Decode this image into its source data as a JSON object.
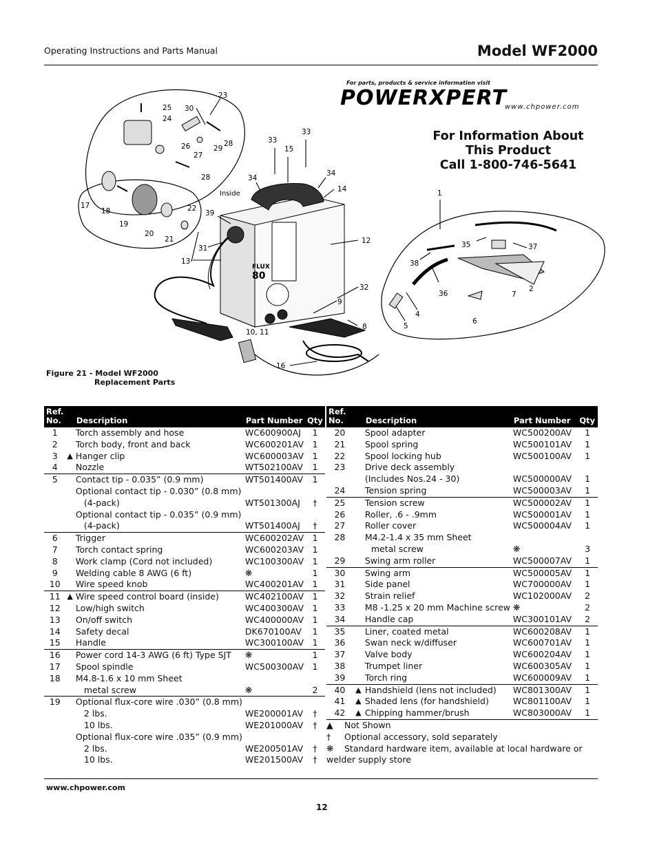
{
  "header": {
    "manual": "Operating Instructions and Parts Manual",
    "model": "Model WF2000"
  },
  "logo": {
    "tagline": "For parts, products & service information visit",
    "brand": "POWERXPERT",
    "url": "www.chpower.com"
  },
  "info": {
    "line1": "For Information About",
    "line2": "This Product",
    "line3": "Call 1-800-746-5641"
  },
  "figure": {
    "caption1": "Figure 21 - Model WF2000",
    "caption2": "Replacement Parts",
    "labels": [
      "23",
      "25",
      "24",
      "30",
      "29",
      "28",
      "26",
      "27",
      "28",
      "33",
      "15",
      "33",
      "34",
      "34",
      "14",
      "Inside",
      "39",
      "17",
      "18",
      "19",
      "20",
      "21",
      "22",
      "31",
      "13",
      "12",
      "32",
      "9",
      "8",
      "10, 11",
      "16",
      "1",
      "35",
      "37",
      "38",
      "2",
      "36",
      "7",
      "4",
      "6",
      "5"
    ]
  },
  "table_headers": {
    "ref": "Ref. No.",
    "desc": "Description",
    "part": "Part Number",
    "qty": "Qty"
  },
  "left_rows": [
    {
      "ref": "1",
      "mark": "",
      "desc": "Torch assembly and hose",
      "part": "WC600900AJ",
      "qty": "1",
      "sep": false,
      "indent": 0
    },
    {
      "ref": "2",
      "mark": "",
      "desc": "Torch body, front and back",
      "part": "WC600201AV",
      "qty": "1",
      "sep": false,
      "indent": 0
    },
    {
      "ref": "3",
      "mark": "▲",
      "desc": "Hanger clip",
      "part": "WC600003AV",
      "qty": "1",
      "sep": false,
      "indent": 0
    },
    {
      "ref": "4",
      "mark": "",
      "desc": "Nozzle",
      "part": "WT502100AV",
      "qty": "1",
      "sep": false,
      "indent": 0
    },
    {
      "ref": "5",
      "mark": "",
      "desc": "Contact tip - 0.035” (0.9 mm)",
      "part": "WT501400AV",
      "qty": "1",
      "sep": true,
      "indent": 0
    },
    {
      "ref": "",
      "mark": "",
      "desc": "Optional contact tip - 0.030” (0.8 mm)",
      "part": "",
      "qty": "",
      "sep": false,
      "indent": 0
    },
    {
      "ref": "",
      "mark": "",
      "desc": "(4-pack)",
      "part": "WT501300AJ",
      "qty": "†",
      "sep": false,
      "indent": 1
    },
    {
      "ref": "",
      "mark": "",
      "desc": "Optional contact tip - 0.035” (0.9 mm)",
      "part": "",
      "qty": "",
      "sep": false,
      "indent": 0
    },
    {
      "ref": "",
      "mark": "",
      "desc": "(4-pack)",
      "part": "WT501400AJ",
      "qty": "†",
      "sep": false,
      "indent": 1
    },
    {
      "ref": "6",
      "mark": "",
      "desc": "Trigger",
      "part": "WC600202AV",
      "qty": "1",
      "sep": true,
      "indent": 0
    },
    {
      "ref": "7",
      "mark": "",
      "desc": "Torch contact spring",
      "part": "WC600203AV",
      "qty": "1",
      "sep": false,
      "indent": 0
    },
    {
      "ref": "8",
      "mark": "",
      "desc": "Work clamp (Cord not included)",
      "part": "WC100300AV",
      "qty": "1",
      "sep": false,
      "indent": 0
    },
    {
      "ref": "9",
      "mark": "",
      "desc": "Welding cable 8 AWG (6 ft)",
      "part": "❋",
      "qty": "1",
      "sep": false,
      "indent": 0
    },
    {
      "ref": "10",
      "mark": "",
      "desc": "Wire speed knob",
      "part": "WC400201AV",
      "qty": "1",
      "sep": false,
      "indent": 0
    },
    {
      "ref": "11",
      "mark": "▲",
      "desc": "Wire speed control board (inside)",
      "part": "WC402100AV",
      "qty": "1",
      "sep": true,
      "indent": 0
    },
    {
      "ref": "12",
      "mark": "",
      "desc": "Low/high switch",
      "part": "WC400300AV",
      "qty": "1",
      "sep": false,
      "indent": 0
    },
    {
      "ref": "13",
      "mark": "",
      "desc": "On/off switch",
      "part": "WC400000AV",
      "qty": "1",
      "sep": false,
      "indent": 0
    },
    {
      "ref": "14",
      "mark": "",
      "desc": "Safety decal",
      "part": "DK670100AV",
      "qty": "1",
      "sep": false,
      "indent": 0
    },
    {
      "ref": "15",
      "mark": "",
      "desc": "Handle",
      "part": "WC300100AV",
      "qty": "1",
      "sep": false,
      "indent": 0
    },
    {
      "ref": "16",
      "mark": "",
      "desc": "Power cord 14-3 AWG (6 ft) Type SJT",
      "part": "❋",
      "qty": "1",
      "sep": true,
      "indent": 0
    },
    {
      "ref": "17",
      "mark": "",
      "desc": "Spool spindle",
      "part": "WC500300AV",
      "qty": "1",
      "sep": false,
      "indent": 0
    },
    {
      "ref": "18",
      "mark": "",
      "desc": "M4.8-1.6 x 10 mm Sheet",
      "part": "",
      "qty": "",
      "sep": false,
      "indent": 0
    },
    {
      "ref": "",
      "mark": "",
      "desc": "metal screw",
      "part": "❋",
      "qty": "2",
      "sep": false,
      "indent": 1
    },
    {
      "ref": "19",
      "mark": "",
      "desc": "Optional flux-core wire .030” (0.8 mm)",
      "part": "",
      "qty": "",
      "sep": true,
      "indent": 0
    },
    {
      "ref": "",
      "mark": "",
      "desc": "2 lbs.",
      "part": "WE200001AV",
      "qty": "†",
      "sep": false,
      "indent": 1
    },
    {
      "ref": "",
      "mark": "",
      "desc": "10 lbs.",
      "part": "WE201000AV",
      "qty": "†",
      "sep": false,
      "indent": 1
    },
    {
      "ref": "",
      "mark": "",
      "desc": "Optional flux-core wire .035” (0.9 mm)",
      "part": "",
      "qty": "",
      "sep": false,
      "indent": 0
    },
    {
      "ref": "",
      "mark": "",
      "desc": "2 lbs.",
      "part": "WE200501AV",
      "qty": "†",
      "sep": false,
      "indent": 1
    },
    {
      "ref": "",
      "mark": "",
      "desc": "10 lbs.",
      "part": "WE201500AV",
      "qty": "†",
      "sep": false,
      "indent": 1
    }
  ],
  "right_rows": [
    {
      "ref": "20",
      "mark": "",
      "desc": "Spool adapter",
      "part": "WC500200AV",
      "qty": "1",
      "sep": false,
      "indent": 0
    },
    {
      "ref": "21",
      "mark": "",
      "desc": "Spool spring",
      "part": "WC500101AV",
      "qty": "1",
      "sep": false,
      "indent": 0
    },
    {
      "ref": "22",
      "mark": "",
      "desc": "Spool locking hub",
      "part": "WC500100AV",
      "qty": "1",
      "sep": false,
      "indent": 0
    },
    {
      "ref": "23",
      "mark": "",
      "desc": "Drive deck assembly",
      "part": "",
      "qty": "",
      "sep": false,
      "indent": 0
    },
    {
      "ref": "",
      "mark": "",
      "desc": "(Includes Nos.24 - 30)",
      "part": "WC500000AV",
      "qty": "1",
      "sep": false,
      "indent": 0
    },
    {
      "ref": "24",
      "mark": "",
      "desc": "Tension spring",
      "part": "WC500003AV",
      "qty": "1",
      "sep": false,
      "indent": 0
    },
    {
      "ref": "25",
      "mark": "",
      "desc": "Tension screw",
      "part": "WC500002AV",
      "qty": "1",
      "sep": true,
      "indent": 0
    },
    {
      "ref": "26",
      "mark": "",
      "desc": "Roller, .6 - .9mm",
      "part": "WC500001AV",
      "qty": "1",
      "sep": false,
      "indent": 0
    },
    {
      "ref": "27",
      "mark": "",
      "desc": "Roller cover",
      "part": "WC500004AV",
      "qty": "1",
      "sep": false,
      "indent": 0
    },
    {
      "ref": "28",
      "mark": "",
      "desc": "M4.2-1.4 x 35 mm Sheet",
      "part": "",
      "qty": "",
      "sep": false,
      "indent": 0
    },
    {
      "ref": "",
      "mark": "",
      "desc": "metal screw",
      "part": "❋",
      "qty": "3",
      "sep": false,
      "indent": 2
    },
    {
      "ref": "29",
      "mark": "",
      "desc": "Swing arm roller",
      "part": "WC500007AV",
      "qty": "1",
      "sep": false,
      "indent": 0
    },
    {
      "ref": "30",
      "mark": "",
      "desc": "Swing arm",
      "part": "WC500005AV",
      "qty": "1",
      "sep": true,
      "indent": 0
    },
    {
      "ref": "31",
      "mark": "",
      "desc": "Side panel",
      "part": "WC700000AV",
      "qty": "1",
      "sep": false,
      "indent": 0
    },
    {
      "ref": "32",
      "mark": "",
      "desc": "Strain relief",
      "part": "WC102000AV",
      "qty": "2",
      "sep": false,
      "indent": 0
    },
    {
      "ref": "33",
      "mark": "",
      "desc": "M8 -1.25 x 20 mm Machine screw",
      "part": "❋",
      "qty": "2",
      "sep": false,
      "indent": 0
    },
    {
      "ref": "34",
      "mark": "",
      "desc": "Handle cap",
      "part": "WC300101AV",
      "qty": "2",
      "sep": false,
      "indent": 0
    },
    {
      "ref": "35",
      "mark": "",
      "desc": "Liner, coated metal",
      "part": "WC600208AV",
      "qty": "1",
      "sep": true,
      "indent": 0
    },
    {
      "ref": "36",
      "mark": "",
      "desc": "Swan neck w/diffuser",
      "part": "WC600701AV",
      "qty": "1",
      "sep": false,
      "indent": 0
    },
    {
      "ref": "37",
      "mark": "",
      "desc": "Valve body",
      "part": "WC600204AV",
      "qty": "1",
      "sep": false,
      "indent": 0
    },
    {
      "ref": "38",
      "mark": "",
      "desc": "Trumpet liner",
      "part": "WC600305AV",
      "qty": "1",
      "sep": false,
      "indent": 0
    },
    {
      "ref": "39",
      "mark": "",
      "desc": "Torch ring",
      "part": "WC600009AV",
      "qty": "1",
      "sep": false,
      "indent": 0
    },
    {
      "ref": "40",
      "mark": "▲",
      "desc": "Handshield (lens not included)",
      "part": "WC801300AV",
      "qty": "1",
      "sep": true,
      "indent": 0
    },
    {
      "ref": "41",
      "mark": "▲",
      "desc": "Shaded lens (for handshield)",
      "part": "WC801100AV",
      "qty": "1",
      "sep": false,
      "indent": 0
    },
    {
      "ref": "42",
      "mark": "▲",
      "desc": "Chipping hammer/brush",
      "part": "WC803000AV",
      "qty": "1",
      "sep": false,
      "indent": 0
    }
  ],
  "notes": {
    "n1_sym": "▲",
    "n1": "Not Shown",
    "n2_sym": "†",
    "n2": "Optional accessory, sold separately",
    "n3_sym": "❋",
    "n3a": "Standard hardware item, available at local hardware or",
    "n3b": "welder supply store"
  },
  "footer": {
    "url": "www.chpower.com",
    "page": "12"
  }
}
